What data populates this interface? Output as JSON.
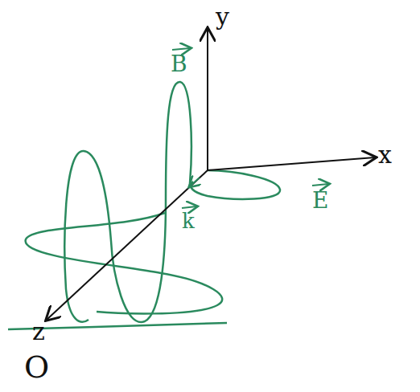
{
  "diagram": {
    "labels": [
      "y",
      "x",
      "z",
      "O",
      "B",
      "E",
      "k"
    ]
  }
}
